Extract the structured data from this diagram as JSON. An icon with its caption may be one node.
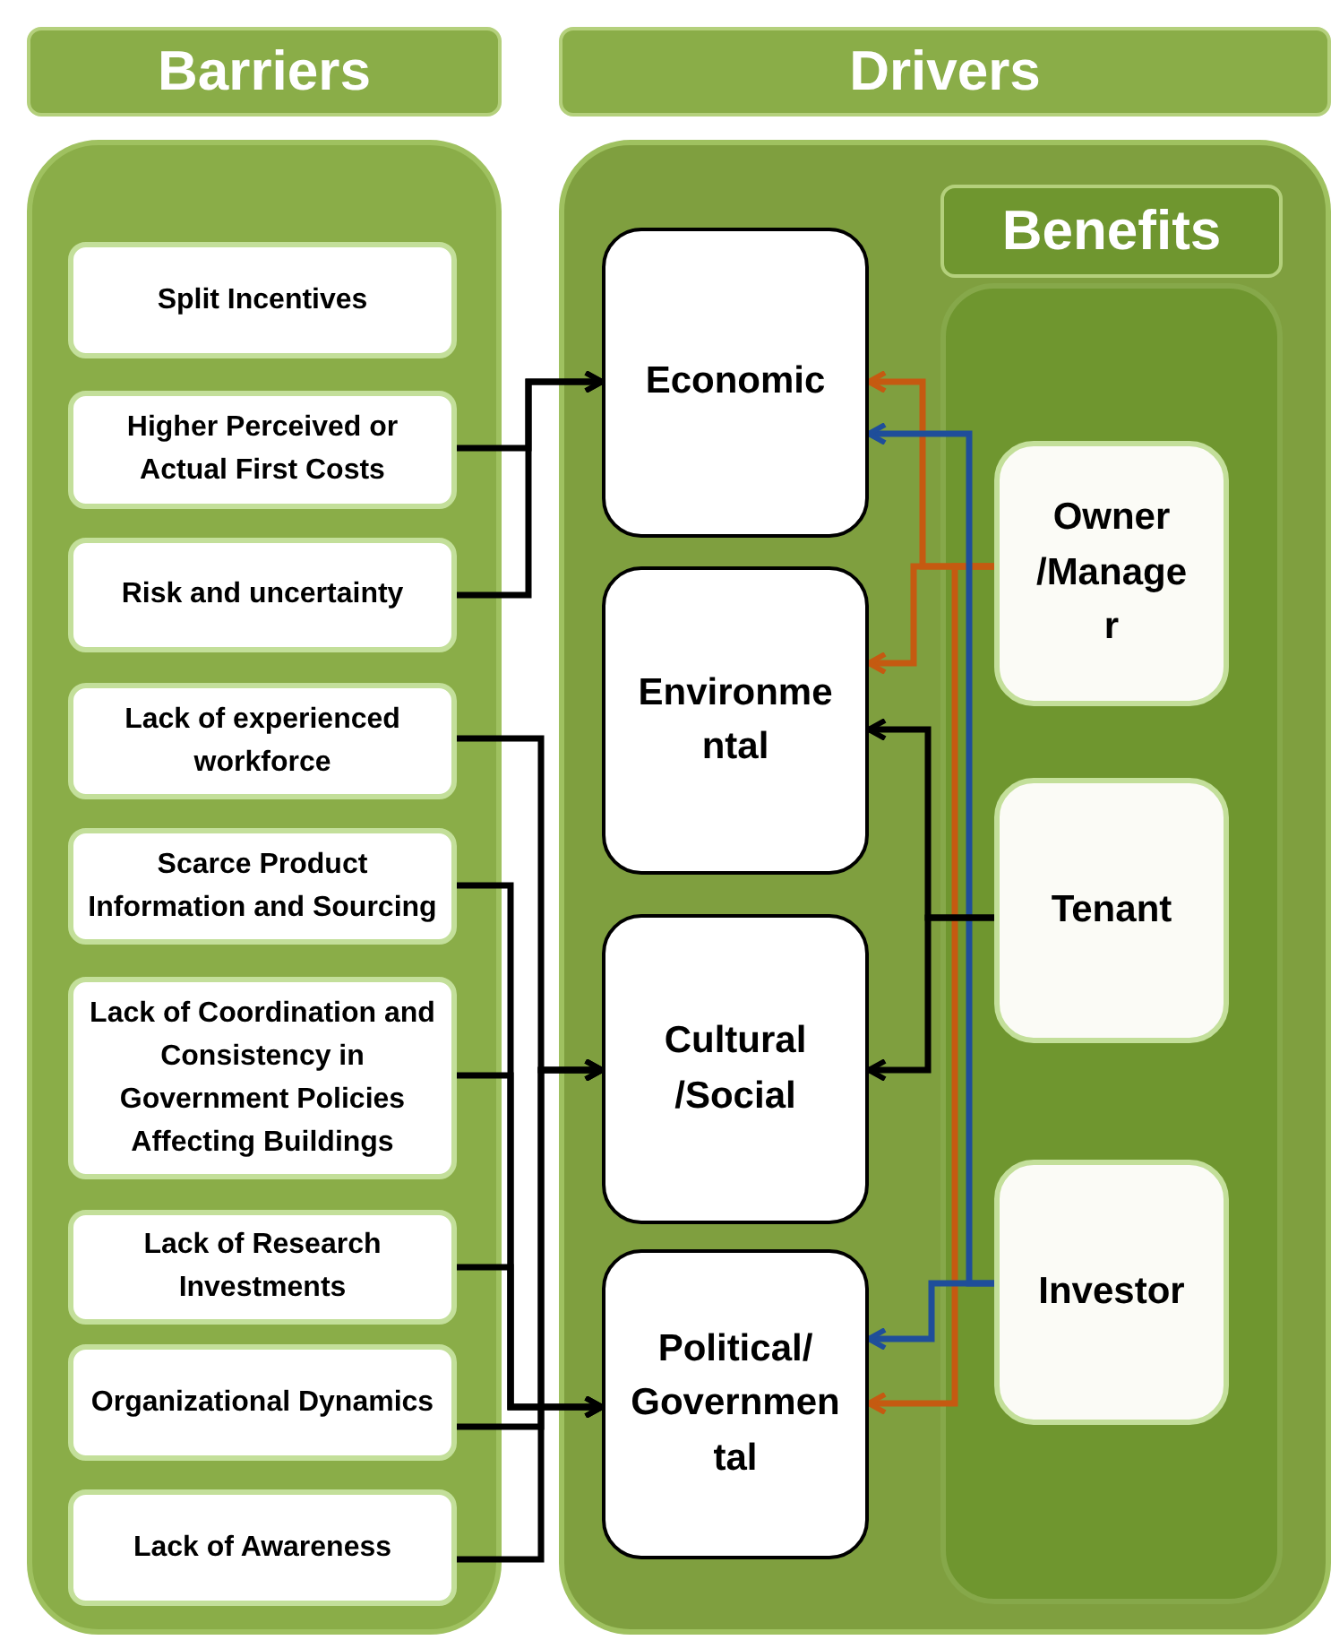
{
  "diagram": {
    "nodes": [
      {
        "text": [
          "Barriers"
        ]
      },
      {
        "text": [
          "Split Incentives"
        ],
        "in": 0
      },
      {
        "text": [
          "Higher Perceived or Actual First Costs"
        ],
        "in": 0
      },
      {
        "text": [
          "Risk and uncertainty"
        ],
        "in": 0
      },
      {
        "text": [
          "Lack of experienced workforce"
        ],
        "in": 0
      },
      {
        "text": [
          "Scarce Product Information and Sourcing"
        ],
        "in": 0
      },
      {
        "text": [
          "Lack of Coordination and Consistency in Government Policies Affecting Buildings"
        ],
        "in": 0
      },
      {
        "text": [
          "Lack of Research Investments"
        ],
        "in": 0
      },
      {
        "text": [
          "Organizational Dynamics"
        ],
        "in": 0
      },
      {
        "text": [
          "Lack of Awareness"
        ],
        "in": 0
      },
      {
        "text": [
          "Drivers"
        ]
      },
      {
        "text": [
          "Economic"
        ],
        "in": 10
      },
      {
        "text": [
          "Environmental"
        ],
        "in": 10
      },
      {
        "text": [
          "Cultural /Social"
        ],
        "in": 10
      },
      {
        "text": [
          "Political/ Governmental"
        ],
        "in": 10
      },
      {
        "text": [
          "Benefits"
        ],
        "in": 10
      },
      {
        "text": [
          "Owner /Manager"
        ],
        "in": 15
      },
      {
        "text": [
          "Tenant"
        ],
        "in": 15
      },
      {
        "text": [
          "Investor"
        ],
        "in": 15
      }
    ],
    "edges": [
      {
        "from": 2,
        "to": 11,
        "arrow": "to"
      },
      {
        "from": 3,
        "to": 11,
        "arrow": "to"
      },
      {
        "from": 4,
        "to": 13,
        "arrow": "to"
      },
      {
        "from": 8,
        "to": 13,
        "arrow": "to"
      },
      {
        "from": 9,
        "to": 13,
        "arrow": "to"
      },
      {
        "from": 5,
        "to": 14,
        "arrow": "to"
      },
      {
        "from": 6,
        "to": 14,
        "arrow": "to"
      },
      {
        "from": 7,
        "to": 14,
        "arrow": "to"
      },
      {
        "from": 16,
        "to": 11,
        "arrow": "to",
        "color": "#c55a11"
      },
      {
        "from": 16,
        "to": 12,
        "arrow": "to",
        "color": "#c55a11"
      },
      {
        "from": 16,
        "to": 14,
        "arrow": "to",
        "color": "#c55a11"
      },
      {
        "from": 18,
        "to": 11,
        "arrow": "to",
        "color": "#1f4e9a"
      },
      {
        "from": 18,
        "to": 14,
        "arrow": "to",
        "color": "#1f4e9a"
      },
      {
        "from": 17,
        "to": 12,
        "arrow": "to"
      },
      {
        "from": 17,
        "to": 13,
        "arrow": "to"
      }
    ]
  }
}
